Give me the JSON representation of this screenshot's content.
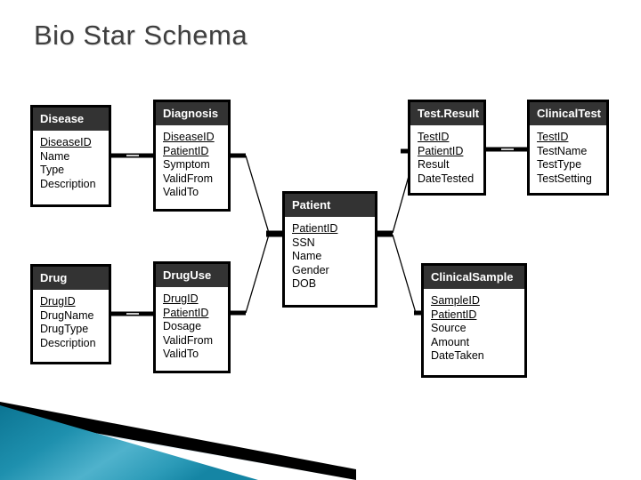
{
  "slide": {
    "title": "Bio Star Schema",
    "background_color": "#FFFFFF",
    "title_color": "#3F3F3F"
  },
  "theme": {
    "header_fill": "#333333",
    "header_text": "#FFFFFF",
    "box_fill": "#FFFFFF",
    "box_border": "#000000",
    "accent_teal_dark": "#0E7C9B",
    "accent_teal_light": "#49AECA",
    "accent_black": "#000000",
    "accent_pale_blue": "#DCE9F0"
  },
  "diagram": {
    "type": "entity-relationship",
    "entities": [
      {
        "id": "disease",
        "name": "Disease",
        "fields": [
          {
            "label": "DiseaseID",
            "key": true
          },
          {
            "label": "Name",
            "key": false
          },
          {
            "label": "Type",
            "key": false
          },
          {
            "label": "Description",
            "key": false
          }
        ]
      },
      {
        "id": "diagnosis",
        "name": "Diagnosis",
        "fields": [
          {
            "label": "DiseaseID",
            "key": true
          },
          {
            "label": "PatientID",
            "key": true
          },
          {
            "label": "Symptom",
            "key": false
          },
          {
            "label": "ValidFrom",
            "key": false
          },
          {
            "label": "ValidTo",
            "key": false
          }
        ]
      },
      {
        "id": "testresult",
        "name": "Test.Result",
        "fields": [
          {
            "label": "TestID",
            "key": true
          },
          {
            "label": "PatientID",
            "key": true
          },
          {
            "label": "Result",
            "key": false
          },
          {
            "label": "DateTested",
            "key": false
          }
        ]
      },
      {
        "id": "clinicaltest",
        "name": "ClinicalTest",
        "fields": [
          {
            "label": "TestID",
            "key": true
          },
          {
            "label": "TestName",
            "key": false
          },
          {
            "label": "TestType",
            "key": false
          },
          {
            "label": "TestSetting",
            "key": false
          }
        ]
      },
      {
        "id": "patient",
        "name": "Patient",
        "fields": [
          {
            "label": "PatientID",
            "key": true
          },
          {
            "label": "SSN",
            "key": false
          },
          {
            "label": "Name",
            "key": false
          },
          {
            "label": "Gender",
            "key": false
          },
          {
            "label": "DOB",
            "key": false
          }
        ]
      },
      {
        "id": "drug",
        "name": "Drug",
        "fields": [
          {
            "label": "DrugID",
            "key": true
          },
          {
            "label": "DrugName",
            "key": false
          },
          {
            "label": "DrugType",
            "key": false
          },
          {
            "label": "Description",
            "key": false
          }
        ]
      },
      {
        "id": "druguse",
        "name": "DrugUse",
        "fields": [
          {
            "label": "DrugID",
            "key": true
          },
          {
            "label": "PatientID",
            "key": true
          },
          {
            "label": "Dosage",
            "key": false
          },
          {
            "label": "ValidFrom",
            "key": false
          },
          {
            "label": "ValidTo",
            "key": false
          }
        ]
      },
      {
        "id": "clinicalsample",
        "name": "ClinicalSample",
        "fields": [
          {
            "label": "SampleID",
            "key": true
          },
          {
            "label": "PatientID",
            "key": true
          },
          {
            "label": "Source",
            "key": false
          },
          {
            "label": "Amount",
            "key": false
          },
          {
            "label": "DateTaken",
            "key": false
          }
        ]
      }
    ],
    "relationships": [
      {
        "from": "disease",
        "to": "diagnosis"
      },
      {
        "from": "diagnosis",
        "to": "patient"
      },
      {
        "from": "patient",
        "to": "testresult"
      },
      {
        "from": "testresult",
        "to": "clinicaltest"
      },
      {
        "from": "drug",
        "to": "druguse"
      },
      {
        "from": "druguse",
        "to": "patient"
      },
      {
        "from": "patient",
        "to": "clinicalsample"
      }
    ]
  }
}
